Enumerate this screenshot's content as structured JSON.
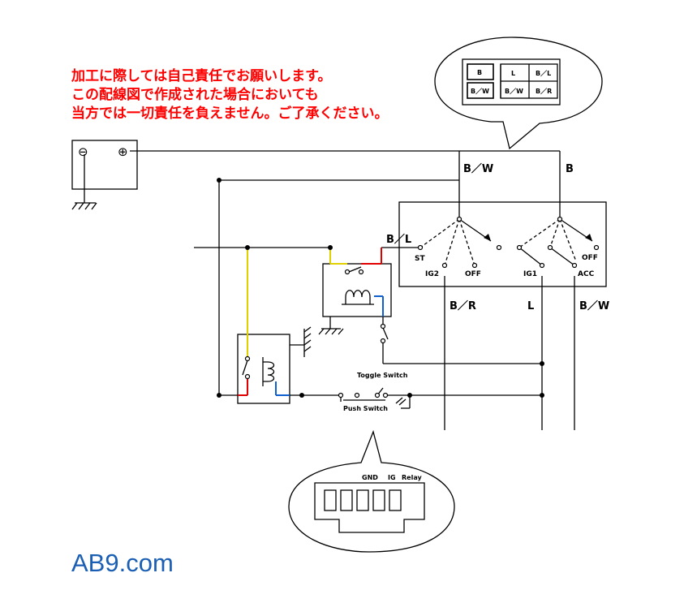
{
  "warning_lines": [
    "加工に際しては自己責任でお願いします。",
    "この配線図で作成された場合においても",
    "当方では一切責任を負えません。ご了承ください。"
  ],
  "brand": "AB9.com",
  "colors": {
    "warning": "#ff0000",
    "brand": "#1a5fb4",
    "wire_yellow": "#e0d000",
    "wire_red": "#e00000",
    "wire_blue": "#1060d0"
  },
  "battery": {
    "negative_symbol": "⊖",
    "positive_symbol": "⊕"
  },
  "wire_labels": {
    "bw_top": "B／W",
    "b_top": "B",
    "bl": "B／L",
    "br_bottom": "B／R",
    "l_bottom": "L",
    "bw_bottom": "B／W"
  },
  "switch_positions": {
    "st": "ST",
    "ig2": "IG2",
    "off_left": "OFF",
    "ig1": "IG1",
    "acc": "ACC",
    "off_right": "OFF"
  },
  "connector_top": {
    "row1": [
      "B",
      "L",
      "B／L"
    ],
    "row2": [
      "B／W",
      "B／W",
      "B／R"
    ]
  },
  "toggle_switch_label": "Toggle Switch",
  "push_switch_label": "Push Switch",
  "connector_bottom": {
    "labels": [
      "GND",
      "IG",
      "Relay"
    ]
  }
}
